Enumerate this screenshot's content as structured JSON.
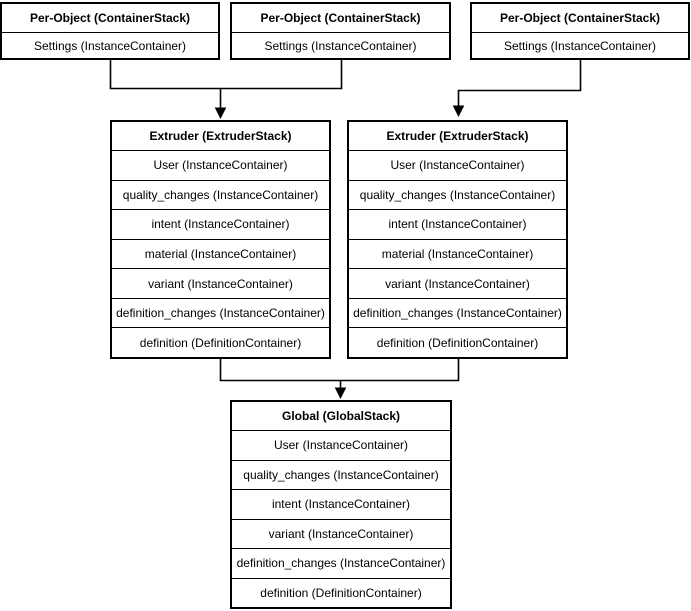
{
  "diagram": {
    "colors": {
      "background": "#ffffff",
      "stroke": "#000000",
      "box_fill": "#ffffff",
      "text": "#000000"
    },
    "per_object_stacks": [
      {
        "title": "Per-Object (ContainerStack)",
        "rows": [
          "Settings (InstanceContainer)"
        ]
      },
      {
        "title": "Per-Object (ContainerStack)",
        "rows": [
          "Settings (InstanceContainer)"
        ]
      },
      {
        "title": "Per-Object (ContainerStack)",
        "rows": [
          "Settings (InstanceContainer)"
        ]
      }
    ],
    "extruder_stacks": [
      {
        "title": "Extruder (ExtruderStack)",
        "rows": [
          "User (InstanceContainer)",
          "quality_changes (InstanceContainer)",
          "intent (InstanceContainer)",
          "material (InstanceContainer)",
          "variant (InstanceContainer)",
          "definition_changes (InstanceContainer)",
          "definition (DefinitionContainer)"
        ]
      },
      {
        "title": "Extruder (ExtruderStack)",
        "rows": [
          "User (InstanceContainer)",
          "quality_changes (InstanceContainer)",
          "intent (InstanceContainer)",
          "material (InstanceContainer)",
          "variant (InstanceContainer)",
          "definition_changes (InstanceContainer)",
          "definition (DefinitionContainer)"
        ]
      }
    ],
    "global_stack": {
      "title": "Global (GlobalStack)",
      "rows": [
        "User (InstanceContainer)",
        "quality_changes (InstanceContainer)",
        "intent (InstanceContainer)",
        "variant (InstanceContainer)",
        "definition_changes (InstanceContainer)",
        "definition (DefinitionContainer)"
      ]
    }
  }
}
